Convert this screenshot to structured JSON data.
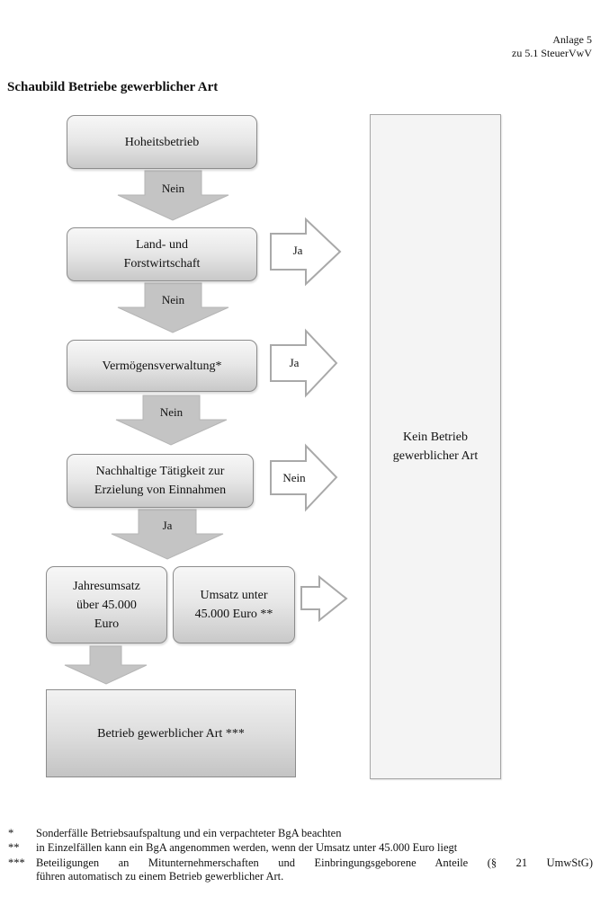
{
  "header": {
    "line1": "Anlage 5",
    "line2": "zu 5.1 SteuerVwV"
  },
  "title": "Schaubild Betriebe gewerblicher Art",
  "boxes": {
    "hoheit": "Hoheitsbetrieb",
    "land_1": "Land- und",
    "land_2": "Forstwirtschaft",
    "vermoegen": "Vermögensverwaltung*",
    "nachhaltig_1": "Nachhaltige Tätigkeit zur",
    "nachhaltig_2": "Erzielung von Einnahmen",
    "jahresumsatz_1": "Jahresumsatz",
    "jahresumsatz_2": "über 45.000",
    "jahresumsatz_3": "Euro",
    "umsatz_unter_1": "Umsatz unter",
    "umsatz_unter_2": "45.000 Euro **",
    "betrieb": "Betrieb gewerblicher Art ***",
    "kein_1": "Kein Betrieb",
    "kein_2": "gewerblicher Art"
  },
  "arrow_labels": {
    "down1": "Nein",
    "down2": "Nein",
    "down3": "Nein",
    "down4": "Ja",
    "right1": "Ja",
    "right2": "Ja",
    "right3": "Nein"
  },
  "footnotes": [
    {
      "marker": "*",
      "text": "Sonderfälle Betriebsaufspaltung und ein verpachteter BgA beachten"
    },
    {
      "marker": "**",
      "text": "in Einzelfällen kann ein BgA angenommen werden, wenn der Umsatz unter 45.000 Euro liegt"
    },
    {
      "marker": "***",
      "text": "Beteiligungen an Mitunternehmerschaften und Einbringungsgeborene Anteile (§ 21 UmwStG)",
      "text2": "führen automatisch zu einem Betrieb gewerblicher Art."
    }
  ],
  "colors": {
    "arrow_fill": "#c4c4c4",
    "arrow_outline": "#a9a9a9",
    "box_border": "#8c8c8c"
  }
}
